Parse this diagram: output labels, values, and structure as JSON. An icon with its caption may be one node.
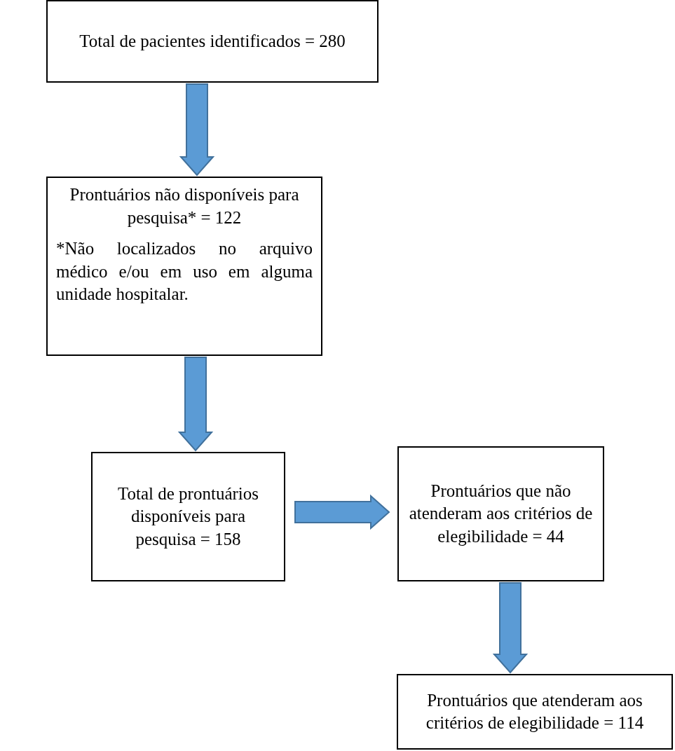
{
  "diagram": {
    "nodes": [
      {
        "text": [
          "Total de pacientes identificados = 280"
        ]
      },
      {
        "text": [
          "Prontuários não disponíveis para pesquisa* = 122",
          "*Não localizados no arquivo médico e/ou em uso em alguma unidade hospitalar."
        ]
      },
      {
        "text": [
          "Total de prontuários disponíveis para pesquisa = 158"
        ]
      },
      {
        "text": [
          "Prontuários que não atenderam aos critérios de elegibilidade = 44"
        ]
      },
      {
        "text": [
          "Prontuários que atenderam aos critérios de elegibilidade = 114"
        ]
      }
    ],
    "edges": [
      {
        "from": 0,
        "to": 1,
        "arrow": "to"
      },
      {
        "from": 1,
        "to": 2,
        "arrow": "to"
      },
      {
        "from": 2,
        "to": 3,
        "arrow": "to"
      },
      {
        "from": 3,
        "to": 4,
        "arrow": "to"
      }
    ]
  }
}
